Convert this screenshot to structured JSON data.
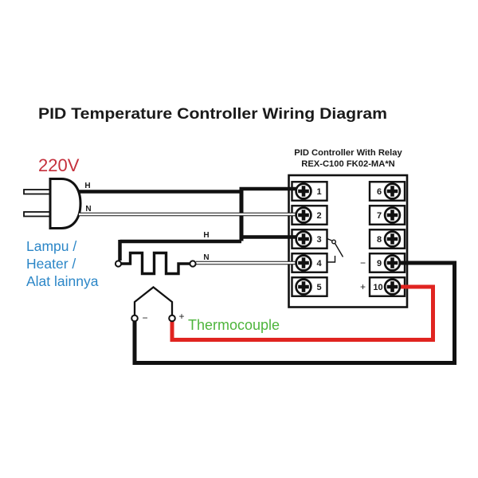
{
  "title": "PID Temperature Controller Wiring Diagram",
  "power": {
    "voltage": "220V",
    "live": "H",
    "neutral": "N"
  },
  "load": {
    "lines": [
      "Lampu /",
      "Heater /",
      "Alat lainnya"
    ],
    "live": "H",
    "neutral": "N"
  },
  "sensor": {
    "name": "Thermocouple",
    "negative": "−",
    "positive": "+"
  },
  "controller": {
    "name_line1": "PID Controller With Relay",
    "name_line2": "REX-C100 FK02-MA*N",
    "terminals_left": [
      "1",
      "2",
      "3",
      "4",
      "5"
    ],
    "terminals_right": [
      "6",
      "7",
      "8",
      "9",
      "10"
    ],
    "sign_terminal_9": "−",
    "sign_terminal_10": "+"
  },
  "colors": {
    "wire_black": "#111111",
    "wire_red": "#e02420",
    "voltage_red": "#c5303c",
    "load_blue": "#2b86c7",
    "sensor_green": "#4eb53c"
  }
}
